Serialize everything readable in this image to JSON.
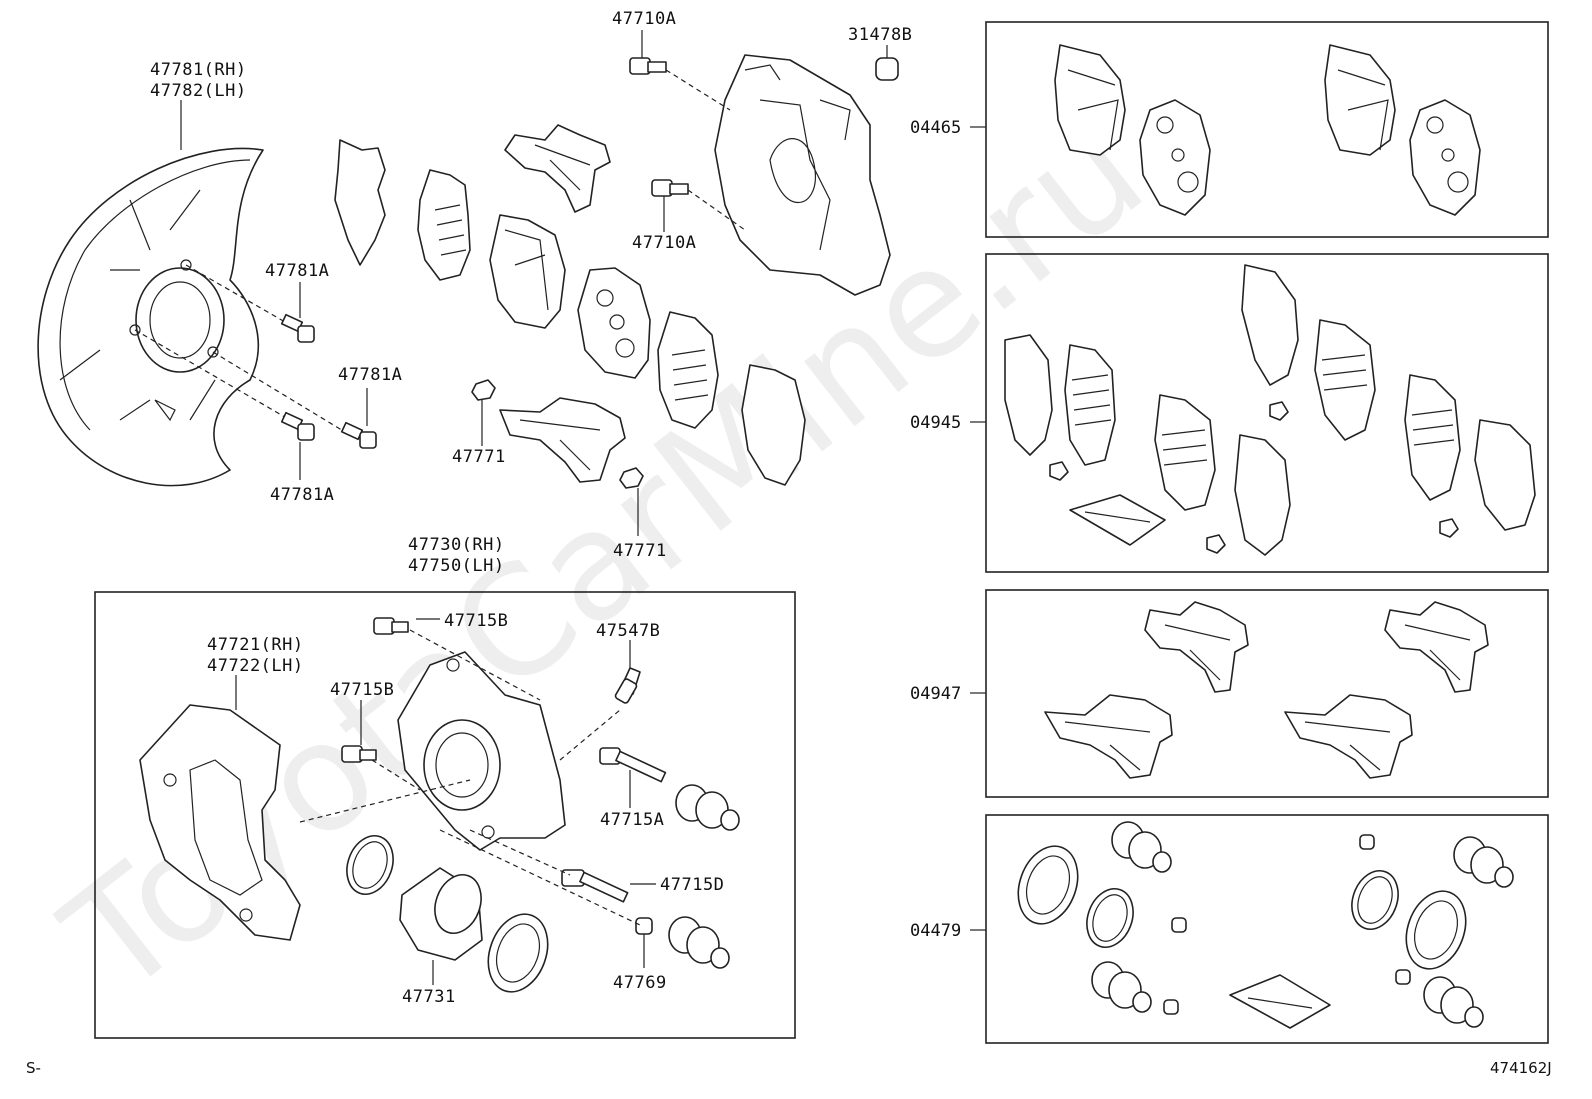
{
  "watermark": "ToyotaCarMine.ru",
  "footer": {
    "left": "S-",
    "right": "474162J"
  },
  "labels": {
    "p47781": "47781(RH)",
    "p47782": "47782(LH)",
    "p47781A_1": "47781A",
    "p47781A_2": "47781A",
    "p47781A_3": "47781A",
    "p47710A_1": "47710A",
    "p47710A_2": "47710A",
    "p31478B": "31478B",
    "p47771_1": "47771",
    "p47771_2": "47771",
    "p47730": "47730(RH)",
    "p47750": "47750(LH)",
    "p47715B_1": "47715B",
    "p47715B_2": "47715B",
    "p47547B": "47547B",
    "p47721": "47721(RH)",
    "p47722": "47722(LH)",
    "p47715A": "47715A",
    "p47715D": "47715D",
    "p47731": "47731",
    "p47769": "47769"
  },
  "kits": [
    {
      "code": "04465"
    },
    {
      "code": "04945"
    },
    {
      "code": "04947"
    },
    {
      "code": "04479"
    }
  ]
}
